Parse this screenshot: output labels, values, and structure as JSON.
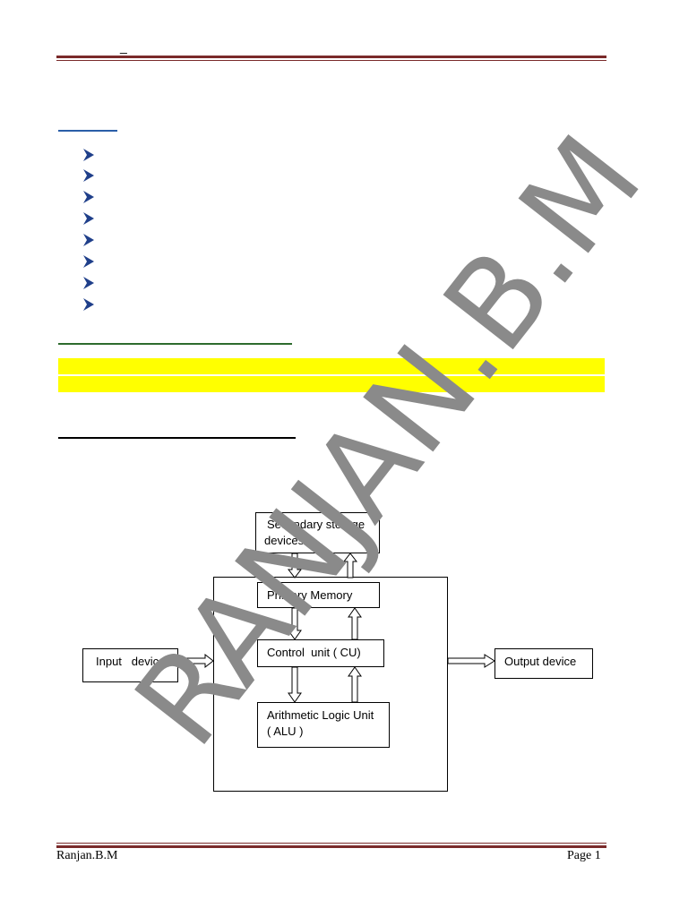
{
  "header": {
    "mark": "_"
  },
  "bullets": {
    "count": 8,
    "icon": "arrowhead-bullet-icon",
    "color": "#1f3f8a"
  },
  "colors": {
    "rule": "#7a2a2a",
    "highlight": "#ffff00",
    "blue_rule": "#2a5ea8",
    "green_rule": "#2e6b2e"
  },
  "diagram": {
    "secondary_storage_line1": "Secondary storage",
    "secondary_storage_line2": "devices",
    "primary_memory": "Primary Memory",
    "control_unit": "Control  unit ( CU)",
    "alu_line1": "Arithmetic Logic Unit",
    "alu_line2": "( ALU )",
    "input_device": "Input   device",
    "output_device": "Output device"
  },
  "watermark": "RANJAN.B.M",
  "footer": {
    "author": "Ranjan.B.M",
    "page": "Page 1"
  }
}
